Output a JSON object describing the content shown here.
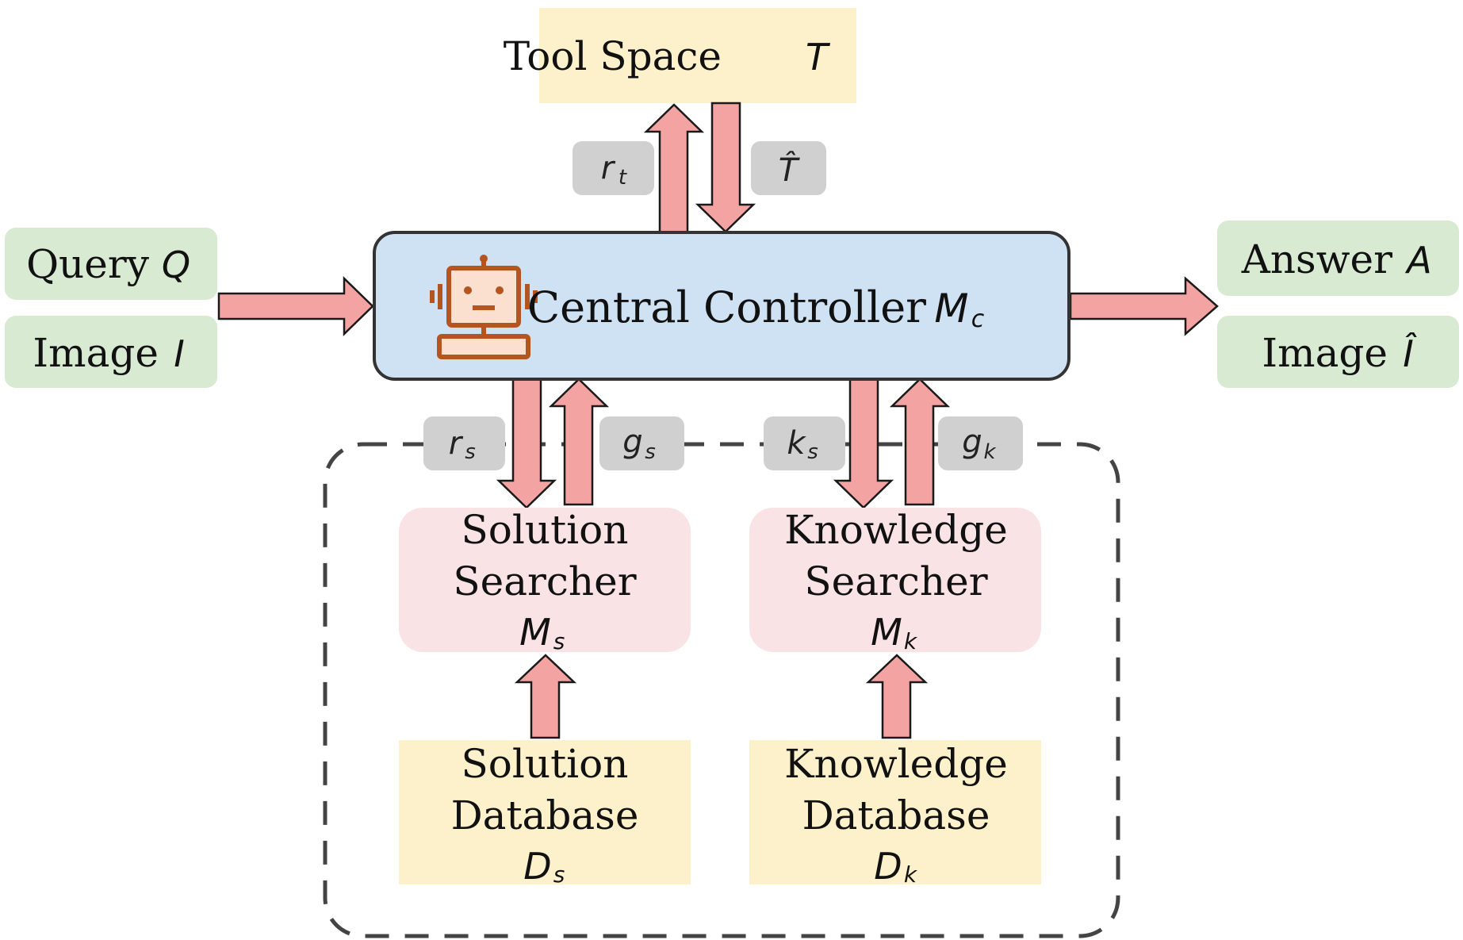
{
  "tool_space": {
    "label": "Tool Space",
    "symbol": "T"
  },
  "inputs": {
    "query": {
      "label": "Query",
      "symbol": "Q"
    },
    "image": {
      "label": "Image",
      "symbol": "I"
    }
  },
  "outputs": {
    "answer": {
      "label": "Answer",
      "symbol": "A"
    },
    "image": {
      "label": "Image",
      "symbol": "Î"
    }
  },
  "controller": {
    "label": "Central Controller",
    "symbol": "M",
    "subscript": "c",
    "icon": "robot-icon"
  },
  "edge_labels": {
    "rt": {
      "main": "r",
      "sub": "t"
    },
    "t_hat": {
      "main": "T̂",
      "sub": ""
    },
    "rs": {
      "main": "r",
      "sub": "s"
    },
    "gs": {
      "main": "g",
      "sub": "s"
    },
    "ks": {
      "main": "k",
      "sub": "s"
    },
    "gk": {
      "main": "g",
      "sub": "k"
    }
  },
  "solution_searcher": {
    "line1": "Solution",
    "line2": "Searcher",
    "symbol": "M",
    "subscript": "s"
  },
  "knowledge_searcher": {
    "line1": "Knowledge",
    "line2": "Searcher",
    "symbol": "M",
    "subscript": "k"
  },
  "solution_database": {
    "line1": "Solution",
    "line2": "Database",
    "symbol": "D",
    "subscript": "s"
  },
  "knowledge_database": {
    "line1": "Knowledge",
    "line2": "Database",
    "symbol": "D",
    "subscript": "k"
  },
  "colors": {
    "arrow_fill": "#f4a3a3",
    "arrow_stroke": "#1a1a1a",
    "controller_fill": "#cfe2f3",
    "tool_fill": "#fdf1cc",
    "io_fill": "#d9ead3",
    "searcher_fill": "#f9e3e5",
    "database_fill": "#fdf1cc",
    "label_fill": "#d0d0d0",
    "dashed_border": "#444444",
    "robot_color": "#b4541f",
    "robot_face": "#fbe0cf"
  }
}
